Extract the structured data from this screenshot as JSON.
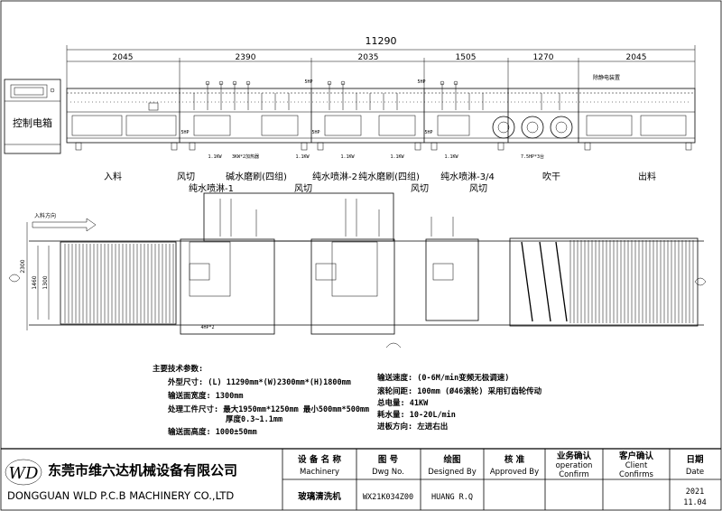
{
  "overall_length": "11290",
  "section_dims": [
    "2045",
    "2390",
    "2035",
    "1505",
    "1270",
    "2045"
  ],
  "control_cabinet": "控制电箱",
  "pump_tags": [
    "5HP",
    "5HP",
    "5HP",
    "5HP",
    "5HP"
  ],
  "heater_tag": "3KW*2加热器",
  "motor_tags": [
    "1.1KW",
    "1.1KW",
    "1.1KW",
    "1.1KW",
    "1.1KW"
  ],
  "blower_tag": "7.5HP*3台",
  "static_tag": "除静电装置",
  "station_labels_row1": [
    "入料",
    "风切",
    "碱水磨刷(四组)",
    "纯水喷淋-2",
    "纯水磨刷(四组)",
    "纯水喷淋-3/4",
    "吹干",
    "出料"
  ],
  "station_labels_row2": [
    "纯水喷淋-1",
    "风切",
    "风切",
    "风切"
  ],
  "feed_direction": "入料方向",
  "plan_dims": {
    "width": "2300",
    "inner": "1460",
    "conveyor": "1300"
  },
  "tank_tag": "4HP*2",
  "specs_left": {
    "heading": "主要技术参数:",
    "size": "外型尺寸: (L) 11290mm*(W)2300mm*(H)1800mm",
    "width": "输送面宽度: 1300mm",
    "workpiece": "处理工件尺寸: 最大1950mm*1250mm 最小500mm*500mm",
    "thickness": "厚度0.3~1.1mm",
    "height": "输送面高度: 1000±50mm"
  },
  "specs_right": {
    "speed": "输送速度: (0-6M/min变频无极调速)",
    "roller": "滚轮间距: 100mm (Ø46滚轮) 采用钉齿轮传动",
    "power": "总电量: 41KW",
    "water": "耗水量: 10-20L/min",
    "direction": "进板方向: 左进右出"
  },
  "title_block": {
    "logo": "WD",
    "company_cn": "东莞市维六达机械设备有限公司",
    "company_en": "DONGGUAN WLD P.C.B MACHINERY CO.,LTD",
    "h_machine_cn": "设 备 名 称",
    "h_machine_en": "Machinery",
    "h_dwg_cn": "图    号",
    "h_dwg_en": "Dwg  No.",
    "h_design_cn": "绘图",
    "h_design_en": "Designed By",
    "h_approve_cn": "核  准",
    "h_approve_en": "Approved By",
    "h_op_cn": "业务确认",
    "h_op_en1": "operation",
    "h_op_en2": "Confirm",
    "h_client_cn": "客户确认",
    "h_client_en1": "Client",
    "h_client_en2": "Confirms",
    "h_date_cn": "日期",
    "h_date_en": "Date",
    "machine": "玻璃清洗机",
    "dwg_no": "WX21K034Z00",
    "designer": "HUANG R.Q",
    "date_year": "2021",
    "date_md": "11.04"
  }
}
